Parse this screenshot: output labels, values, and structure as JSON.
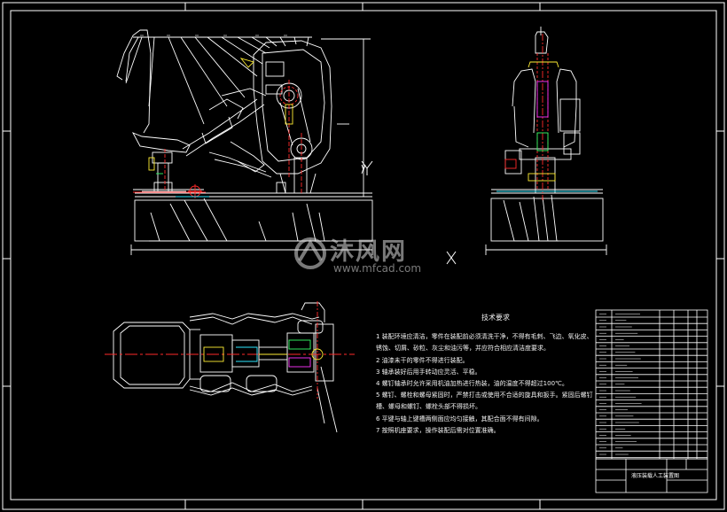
{
  "drawing": {
    "colors": {
      "background": "#000000",
      "line_white": "#ffffff",
      "line_red": "#ff2a2a",
      "line_cyan": "#2ee8ff",
      "line_yellow": "#ffee33",
      "line_green": "#33ff66",
      "line_magenta": "#ff33ff"
    }
  },
  "technical_requirements": {
    "title": "技术要求",
    "items": [
      "1 装配环境应清洁，零件在装配前必须清洗干净，不得有毛刺、飞边、氧化皮、",
      "   锈蚀、切屑、砂粒、灰尘和油污等，并应符合相应清洁度要求。",
      "2 油漆未干的零件不得进行装配。",
      "3 轴承装好后用手转动应灵活、平稳。",
      "4 螺钉轴承时允许采用机油加热进行热装，油的温度不得超过100℃。",
      "5 螺钉、螺栓和螺母紧固时，严禁打击或使用不合适的旋具和扳手。紧固后螺钉",
      "   槽、螺母和螺钉、螺栓头部不得损坏。",
      "6 平键与轴上键槽两侧面应均匀接触，其配合面不得有间隙。",
      "7 按照机座要求，操作装配后需对位置准确。"
    ]
  },
  "title_block": {
    "title": "液压装载人工装置图"
  },
  "watermark": {
    "text_cn": "沐风网",
    "text_en": "www.mfcad.com"
  }
}
